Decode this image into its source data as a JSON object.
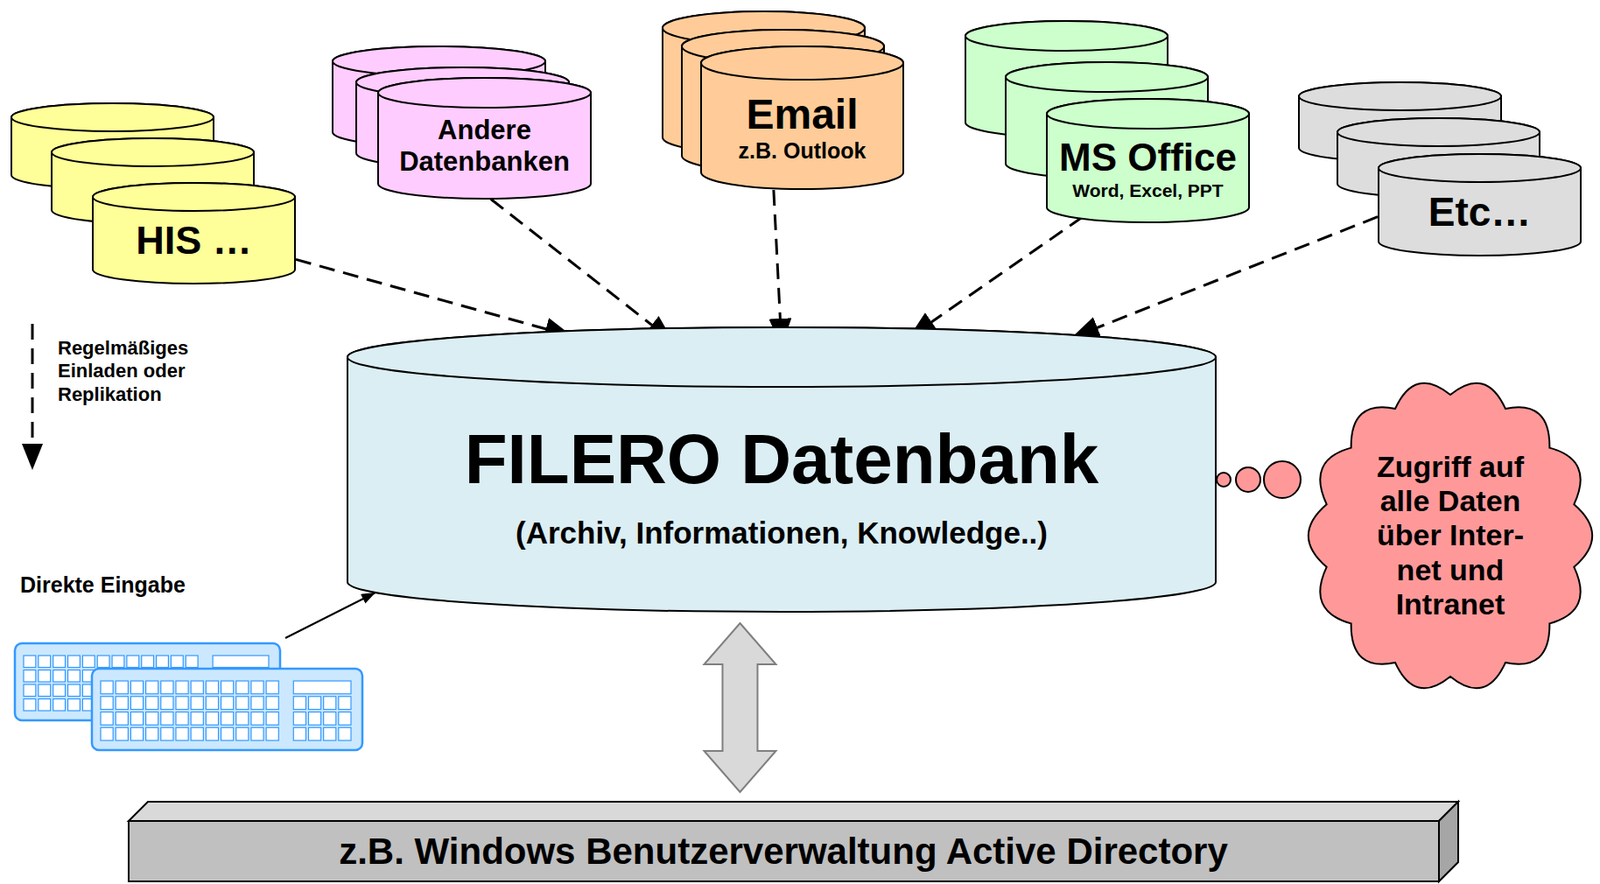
{
  "diagram": {
    "nodes": [
      {
        "text": [
          "HIS …"
        ]
      },
      {
        "text": [
          "Andere Datenbanken"
        ]
      },
      {
        "text": [
          "Email",
          "z.B. Outlook"
        ]
      },
      {
        "text": [
          "MS Office",
          "Word, Excel, PPT"
        ]
      },
      {
        "text": [
          "Etc…"
        ]
      },
      {
        "text": [
          "FILERO Datenbank",
          "(Archiv, Informationen, Knowledge..)"
        ]
      },
      {
        "text": [
          "Zugriff auf alle Daten über Inter- net und Intranet"
        ]
      },
      {
        "text": [
          "z.B. Windows Benutzerverwaltung Active Directory"
        ]
      }
    ],
    "edges": [
      {
        "from": 0,
        "to": 5,
        "arrow": "to"
      },
      {
        "from": 1,
        "to": 5,
        "arrow": "to"
      },
      {
        "from": 2,
        "to": 5,
        "arrow": "to"
      },
      {
        "from": 3,
        "to": 5,
        "arrow": "to"
      },
      {
        "from": 4,
        "to": 5,
        "arrow": "to"
      },
      {
        "from": 5,
        "to": 7,
        "arrow": "both"
      }
    ],
    "labels": [
      "Direkte Eingabe"
    ],
    "legend": [
      {
        "text": "Regelmäßiges Einladen oder Replikation"
      }
    ]
  }
}
